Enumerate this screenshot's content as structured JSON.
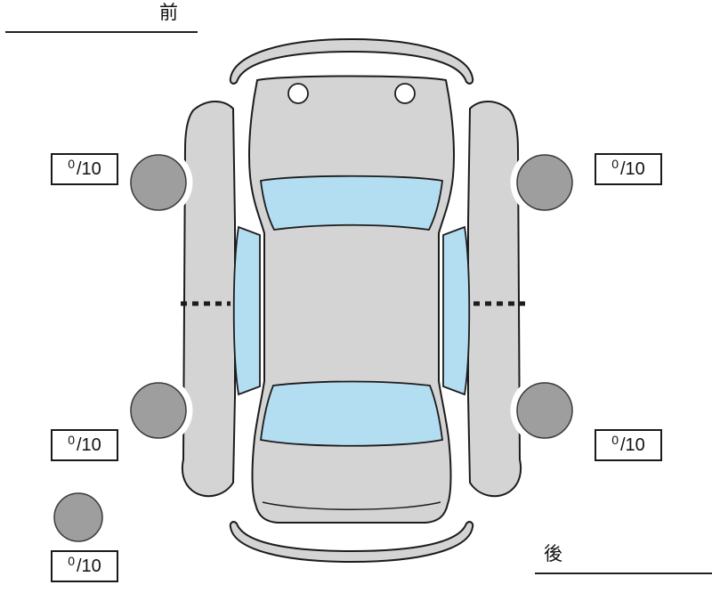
{
  "labels": {
    "front": "前",
    "rear": "後"
  },
  "tires": {
    "front_left": {
      "score": "0",
      "scale": "/10"
    },
    "front_right": {
      "score": "0",
      "scale": "/10"
    },
    "rear_left": {
      "score": "0",
      "scale": "/10"
    },
    "rear_right": {
      "score": "0",
      "scale": "/10"
    },
    "spare": {
      "score": "0",
      "scale": "/10"
    }
  },
  "colors": {
    "body": "#d4d4d4",
    "window": "#b3ddf0",
    "wheel": "#9e9e9e",
    "outline": "#1c1c1c",
    "background": "#ffffff"
  }
}
